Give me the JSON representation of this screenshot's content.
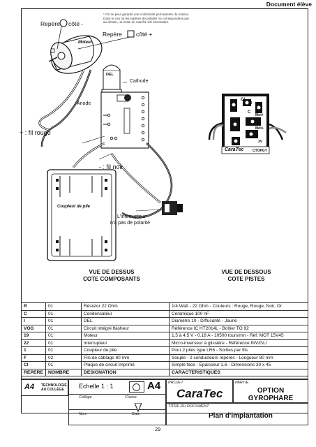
{
  "header": {
    "label": "Document élève"
  },
  "notice": "* On ne peut garantir une conformité permanente du moteur. Dans le cas où les repères de polarité ne correspondent pas au dessin, un essai en marche est nécessaire.",
  "labels": {
    "repere_cote_minus": "Repère",
    "cote_minus": "côté -",
    "repere_cote_plus": "Repère",
    "cote_plus": "côté +",
    "moteur": "Moteur",
    "del": "DEL",
    "cathode": "Cathode",
    "anode": "Anode",
    "fil_rouge": "+ : fil rouge",
    "fil_noir": "- : fil noir",
    "coupleur": "Coupleur de pile",
    "interrupteur": "L'interrupteur",
    "interrupteur_2": "n'a pas de polarité",
    "vue_dessus_1": "VUE DE DESSUS",
    "vue_dessus_2": "COTE COMPOSANTS",
    "vue_dessous_1": "VUE DE DESSOUS",
    "vue_dessous_2": "COTE PISTES",
    "pcb_brand": "CaraTec",
    "pcb_ref": "CTOPGY",
    "pcb_r": "R",
    "pcb_c": "C",
    "pcb_mot": "Mot+",
    "pcb_mot2": "Mot+",
    "pcb_ci": "CI",
    "pcb_3v": "3V"
  },
  "parts": {
    "rows": [
      {
        "repere": "R",
        "nombre": "01",
        "designation": "Résistor 22 Ohm",
        "carac": "1/4 Watt - 22 Ohm - Couleurs : Rouge, Rouge, Noir, Or"
      },
      {
        "repere": "C",
        "nombre": "01",
        "designation": "Condensateur",
        "carac": "Céramique 100 nF"
      },
      {
        "repere": "I",
        "nombre": "01",
        "designation": "DEL",
        "carac": "Diamètre 10 - Diffusante - Jaune"
      },
      {
        "repere": "VOG",
        "nombre": "01",
        "designation": "Circuit intégré flasheur",
        "carac": "Référence IC HT2014L - Boîtier TO 92"
      },
      {
        "repere": "19",
        "nombre": "01",
        "designation": "Moteur",
        "carac": "1,5 à 4,5 V - 0.18 A - 10500 tours/mn - Réf. MOT 15V45"
      },
      {
        "repere": "22",
        "nombre": "01",
        "designation": "Interrupteur",
        "carac": "Micro-inverseur à glissière - Référence INV/GLI"
      },
      {
        "repere": "1",
        "nombre": "01",
        "designation": "Coupleur de pile",
        "carac": "Pour 2 piles type LR6 - Sorties par fils"
      },
      {
        "repere": "F",
        "nombre": "02",
        "designation": "Fils de câblage 80 mm",
        "carac": "Souple - 2 conducteurs repérés - Longueur 80 mm"
      },
      {
        "repere": "CI",
        "nombre": "01",
        "designation": "Plaque de circuit imprimé",
        "carac": "Simple face - Epaisseur 1.6 - Dimensions 30 x 45"
      }
    ],
    "headers": {
      "repere": "REPERE",
      "nombre": "NOMBRE",
      "designation": "DESIGNATION",
      "carac": "CARACTERISTIQUES"
    }
  },
  "cartouche": {
    "logo_mark": "A4",
    "logo_line1": "TECHNOLOGIE",
    "logo_line2": "AU COLLÈGE",
    "echelle": "Echelle 1 : 1",
    "format": "A4",
    "college": "Collège",
    "classe": "Classe",
    "nom": "Nom",
    "date": "Date",
    "projet_label": "PROJET",
    "projet_brand": "CaraTec",
    "partie_label": "PARTIE",
    "partie_1": "OPTION",
    "partie_2": "GYROPHARE",
    "titre_label": "TITRE DU DOCUMENT",
    "titre": "Plan d'implantation"
  },
  "page_number": "29"
}
